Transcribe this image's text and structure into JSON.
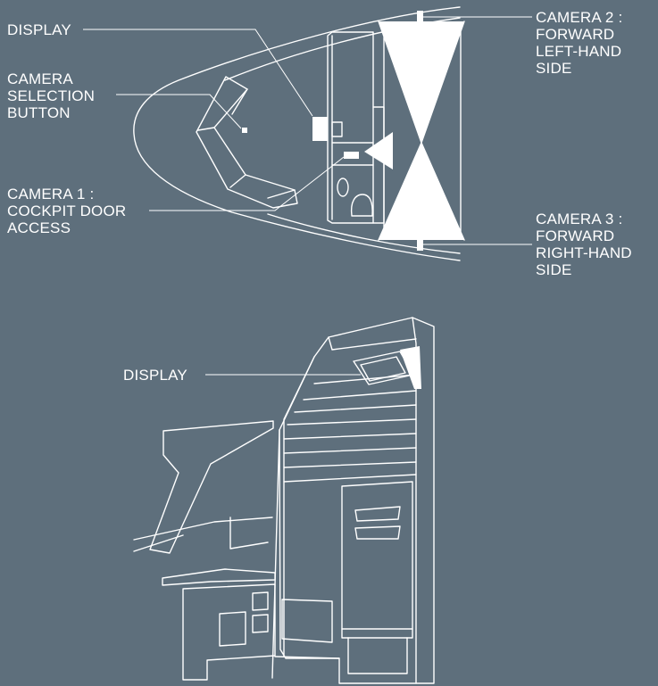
{
  "colors": {
    "background": "#5e6f7c",
    "linework": "#ffffff"
  },
  "top_view": {
    "labels": {
      "display": "DISPLAY",
      "camera_selection_button": [
        "CAMERA",
        "SELECTION",
        "BUTTON"
      ],
      "camera_1": [
        "CAMERA 1 :",
        "COCKPIT DOOR",
        "ACCESS"
      ],
      "camera_2": [
        "CAMERA 2 :",
        "FORWARD",
        "LEFT-HAND",
        "SIDE"
      ],
      "camera_3": [
        "CAMERA 3 :",
        "FORWARD",
        "RIGHT-HAND",
        "SIDE"
      ]
    }
  },
  "perspective_view": {
    "labels": {
      "display": "DISPLAY"
    }
  }
}
